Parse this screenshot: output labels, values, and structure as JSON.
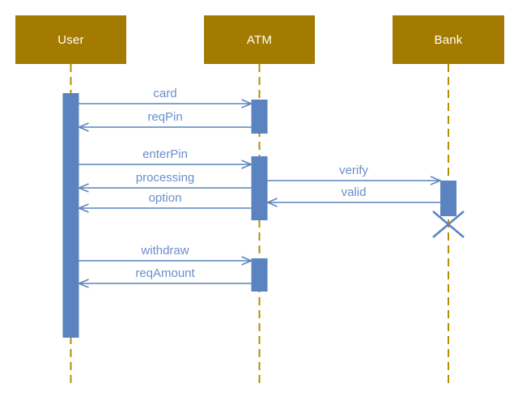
{
  "diagram": {
    "type": "uml-sequence-diagram",
    "actors": [
      {
        "label": "User"
      },
      {
        "label": "ATM"
      },
      {
        "label": "Bank"
      }
    ],
    "messages": [
      {
        "label": "card",
        "from": "User",
        "to": "ATM",
        "direction": "right"
      },
      {
        "label": "reqPin",
        "from": "ATM",
        "to": "User",
        "direction": "left"
      },
      {
        "label": "enterPin",
        "from": "User",
        "to": "ATM",
        "direction": "right"
      },
      {
        "label": "processing",
        "from": "ATM",
        "to": "User",
        "direction": "left"
      },
      {
        "label": "option",
        "from": "ATM",
        "to": "User",
        "direction": "left"
      },
      {
        "label": "verify",
        "from": "ATM",
        "to": "Bank",
        "direction": "right"
      },
      {
        "label": "valid",
        "from": "Bank",
        "to": "ATM",
        "direction": "left"
      },
      {
        "label": "withdraw",
        "from": "User",
        "to": "ATM",
        "direction": "right"
      },
      {
        "label": "reqAmount",
        "from": "ATM",
        "to": "User",
        "direction": "left"
      }
    ],
    "lifecycle": {
      "bank_destroyed": true
    },
    "colors": {
      "actor_fill": "#A27B00",
      "actor_text": "#FFFFFF",
      "lifeline": "#B28E00",
      "activation_fill": "#5B83C0",
      "message_line": "#5C83BF",
      "message_text": "#6C8ECB",
      "background": "#FFFFFF"
    }
  }
}
